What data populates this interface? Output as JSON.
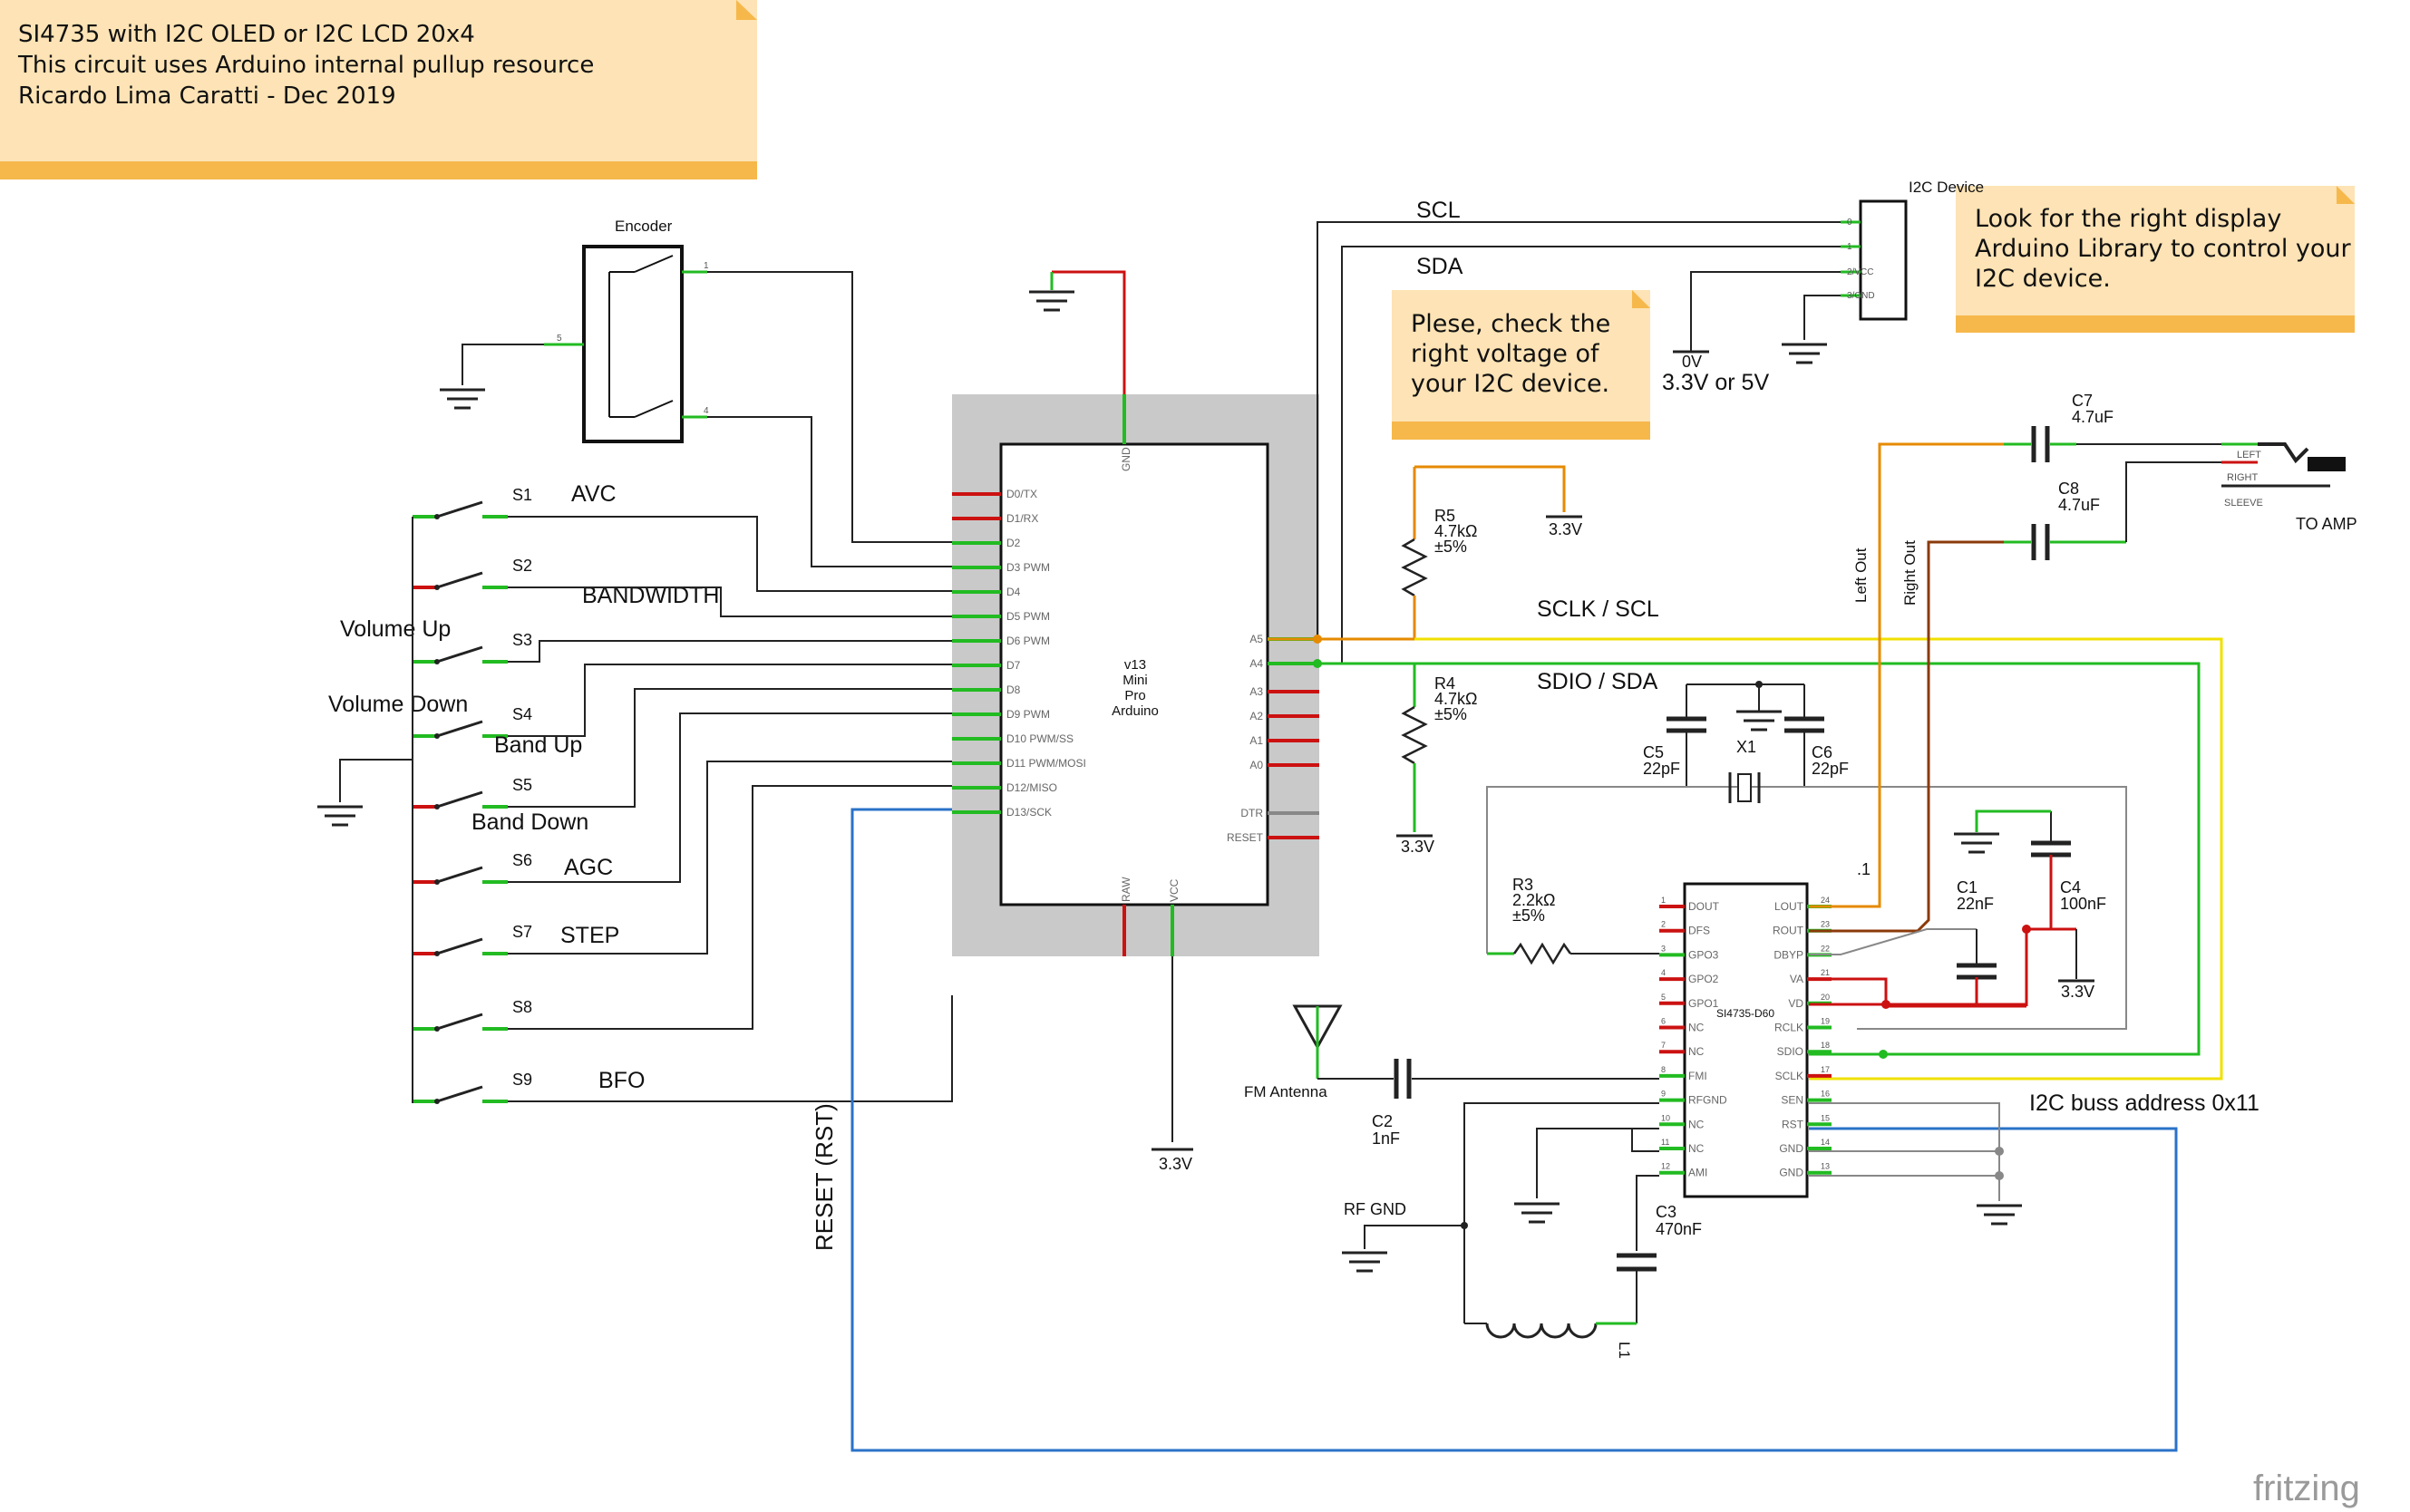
{
  "title_note": {
    "line1": "SI4735 with I2C OLED or I2C LCD 20x4",
    "line2": "This circuit uses Arduino internal pullup resource",
    "line3": "Ricardo Lima Caratti - Dec 2019"
  },
  "notes": {
    "voltage": [
      "Plese, check the",
      "right voltage of",
      "your I2C device."
    ],
    "library": [
      "Look for the right display",
      "Arduino Library to control your",
      "I2C device."
    ]
  },
  "encoder": {
    "label": "Encoder",
    "pin_a": "1",
    "pin_b": "4",
    "pin_c": "5"
  },
  "switches": [
    {
      "name": "S1",
      "func": "AVC"
    },
    {
      "name": "S2",
      "func": "BANDWIDTH"
    },
    {
      "name": "S3",
      "func": "Volume Up"
    },
    {
      "name": "S4",
      "func": "Volume Down"
    },
    {
      "name": "S5",
      "func": "Band Up"
    },
    {
      "name": "S6",
      "func": "Band Down"
    },
    {
      "name": "S7",
      "func": "AGC"
    },
    {
      "name": "S8",
      "func": "STEP"
    },
    {
      "name": "S9",
      "func": "BFO"
    }
  ],
  "arduino": {
    "title": [
      "v13",
      "Mini",
      "Pro",
      "Arduino"
    ],
    "left_pins": [
      "D0/TX",
      "D1/RX",
      "D2",
      "D3 PWM",
      "D4",
      "D5 PWM",
      "D6 PWM",
      "D7",
      "D8",
      "D9 PWM",
      "D10 PWM/SS",
      "D11 PWM/MOSI",
      "D12/MISO",
      "D13/SCK"
    ],
    "right_pins": [
      "A5",
      "A4",
      "A3",
      "A2",
      "A1",
      "A0",
      "DTR",
      "RESET"
    ],
    "top_pin": "GND",
    "bottom_pins": [
      "RAW",
      "VCC"
    ]
  },
  "i2c_device": {
    "label": "I2C Device",
    "pins": [
      "0",
      "1",
      "2/VCC",
      "3/GND"
    ],
    "scl": "SCL",
    "sda": "SDA",
    "v0": "0V",
    "vsel": "3.3V or 5V"
  },
  "resistors": {
    "r5": [
      "R5",
      "4.7kΩ",
      "±5%"
    ],
    "r4": [
      "R4",
      "4.7kΩ",
      "±5%"
    ],
    "r3": [
      "R3",
      "2.2kΩ",
      "±5%"
    ]
  },
  "bus_labels": {
    "sclk": "SCLK / SCL",
    "sdio": "SDIO / SDA"
  },
  "rails": {
    "v33": "3.3V"
  },
  "caps": {
    "c5": [
      "C5",
      "22pF"
    ],
    "c6": [
      "C6",
      "22pF"
    ],
    "x1": "X1",
    "c1": [
      "C1",
      "22nF"
    ],
    "c4": [
      "C4",
      "100nF"
    ],
    "c7": [
      "C7",
      "4.7uF"
    ],
    "c8": [
      "C8",
      "4.7uF"
    ],
    "c2": [
      "C2",
      "1nF"
    ],
    "c3": [
      "C3",
      "470nF"
    ],
    "l1": "L1"
  },
  "audio": {
    "left_out": "Left Out",
    "right_out": "Right Out",
    "left": "LEFT",
    "right": "RIGHT",
    "sleeve": "SLEEVE",
    "to_amp": "TO AMP"
  },
  "si4735": {
    "label": "SI4735-D60",
    "dot": ".1",
    "left_pins": [
      "DOUT",
      "DFS",
      "GPO3",
      "GPO2",
      "GPO1",
      "NC",
      "NC",
      "FMI",
      "RFGND",
      "NC",
      "NC",
      "AMI"
    ],
    "right_pins": [
      "LOUT",
      "ROUT",
      "DBYP",
      "VA",
      "VD",
      "RCLK",
      "SDIO",
      "SCLK",
      "SEN",
      "RST",
      "GND",
      "GND"
    ],
    "left_nums": [
      "1",
      "2",
      "3",
      "4",
      "5",
      "6",
      "7",
      "8",
      "9",
      "10",
      "11",
      "12"
    ],
    "right_nums": [
      "24",
      "23",
      "22",
      "21",
      "20",
      "19",
      "18",
      "17",
      "16",
      "15",
      "14",
      "13"
    ]
  },
  "antenna": {
    "fm": "FM Antenna",
    "rfgnd": "RF GND"
  },
  "i2c_address": "I2C buss address 0x11",
  "reset_label": "RESET (RST)",
  "brand": "fritzing",
  "colors": {
    "scl_wire": "#f0e000",
    "sda_wire": "#22bb22",
    "reset_wire": "#2a72c8",
    "power_wire": "#cc1111",
    "left_audio": "#e68a00",
    "right_audio": "#8b3a0a",
    "note_bg": "#fde3b5",
    "note_bar": "#f6b84b"
  }
}
